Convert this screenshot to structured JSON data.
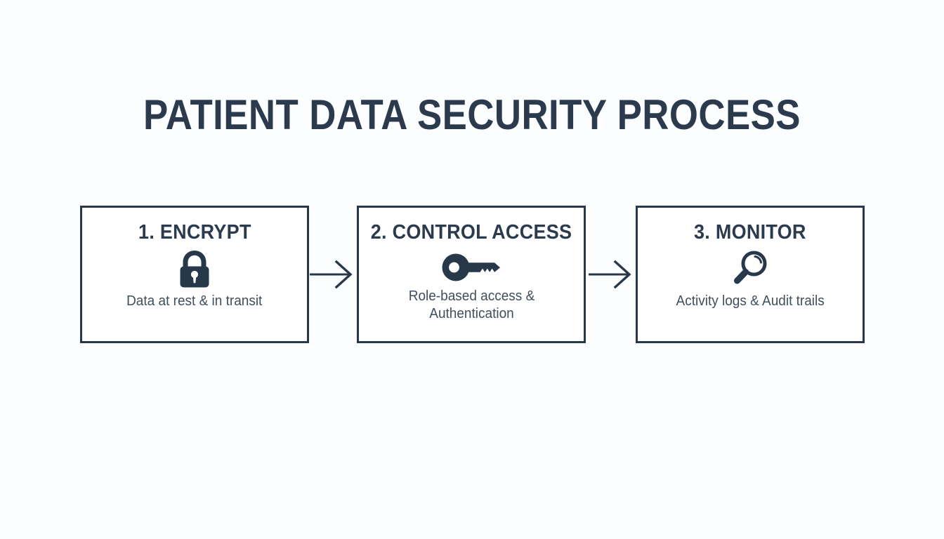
{
  "slide": {
    "title": "PATIENT DATA SECURITY PROCESS",
    "background_color": "#fcfdfe",
    "accent_color": "#28384b",
    "title_color": "#2b3a4d",
    "caption_color": "#414e5c"
  },
  "steps": [
    {
      "id": "encrypt",
      "title": "1. ENCRYPT",
      "icon": "padlock-icon",
      "caption": "Data at rest & in transit"
    },
    {
      "id": "control-access",
      "title": "2. CONTROL ACCESS",
      "icon": "key-icon",
      "caption": "Role-based access &\nAuthentication"
    },
    {
      "id": "monitor",
      "title": "3. MONITOR",
      "icon": "magnifier-icon",
      "caption": "Activity logs & Audit trails"
    }
  ],
  "connectors": [
    {
      "id": "arrow-1",
      "from": "encrypt",
      "to": "control-access",
      "glyph": "arrow-right-icon"
    },
    {
      "id": "arrow-2",
      "from": "control-access",
      "to": "monitor",
      "glyph": "arrow-right-icon"
    }
  ]
}
